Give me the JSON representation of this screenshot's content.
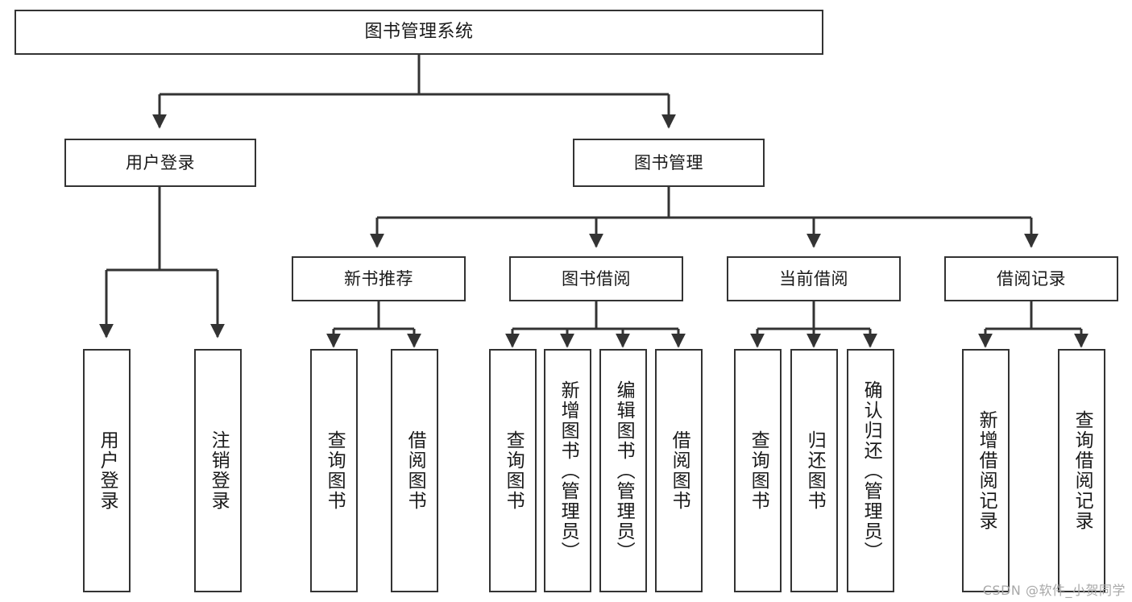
{
  "diagram": {
    "title": "图书管理系统",
    "type": "tree-hierarchy",
    "watermark": "CSDN @软件_小贺同学",
    "colors": {
      "background": "#ffffff",
      "box_border": "#333333",
      "box_fill": "#ffffff",
      "text": "#1a1a1a",
      "connector": "#333333",
      "watermark": "#a8a8a8"
    },
    "nodes": {
      "root": {
        "label": "图书管理系统",
        "level": 0
      },
      "level1": [
        {
          "id": "user-login",
          "label": "用户登录"
        },
        {
          "id": "book-manage",
          "label": "图书管理"
        }
      ],
      "level2": [
        {
          "id": "new-book-rec",
          "label": "新书推荐",
          "parent": "book-manage"
        },
        {
          "id": "book-borrow",
          "label": "图书借阅",
          "parent": "book-manage"
        },
        {
          "id": "current-borrow",
          "label": "当前借阅",
          "parent": "book-manage"
        },
        {
          "id": "borrow-record",
          "label": "借阅记录",
          "parent": "book-manage"
        }
      ],
      "leaves": [
        {
          "id": "leaf-user-login",
          "label": "用户登录",
          "parent": "user-login"
        },
        {
          "id": "leaf-logout",
          "label": "注销登录",
          "parent": "user-login"
        },
        {
          "id": "leaf-query-book-1",
          "label": "查询图书",
          "parent": "new-book-rec"
        },
        {
          "id": "leaf-borrow-book-1",
          "label": "借阅图书",
          "parent": "new-book-rec"
        },
        {
          "id": "leaf-query-book-2",
          "label": "查询图书",
          "parent": "book-borrow"
        },
        {
          "id": "leaf-add-book",
          "label": "新增图书（管理员）",
          "parent": "book-borrow"
        },
        {
          "id": "leaf-edit-book",
          "label": "编辑图书（管理员）",
          "parent": "book-borrow"
        },
        {
          "id": "leaf-borrow-book-2",
          "label": "借阅图书",
          "parent": "book-borrow"
        },
        {
          "id": "leaf-query-book-3",
          "label": "查询图书",
          "parent": "current-borrow"
        },
        {
          "id": "leaf-return-book",
          "label": "归还图书",
          "parent": "current-borrow"
        },
        {
          "id": "leaf-confirm-return",
          "label": "确认归还（管理员）",
          "parent": "current-borrow"
        },
        {
          "id": "leaf-add-record",
          "label": "新增借阅记录",
          "parent": "borrow-record"
        },
        {
          "id": "leaf-query-record",
          "label": "查询借阅记录",
          "parent": "borrow-record"
        }
      ]
    }
  }
}
